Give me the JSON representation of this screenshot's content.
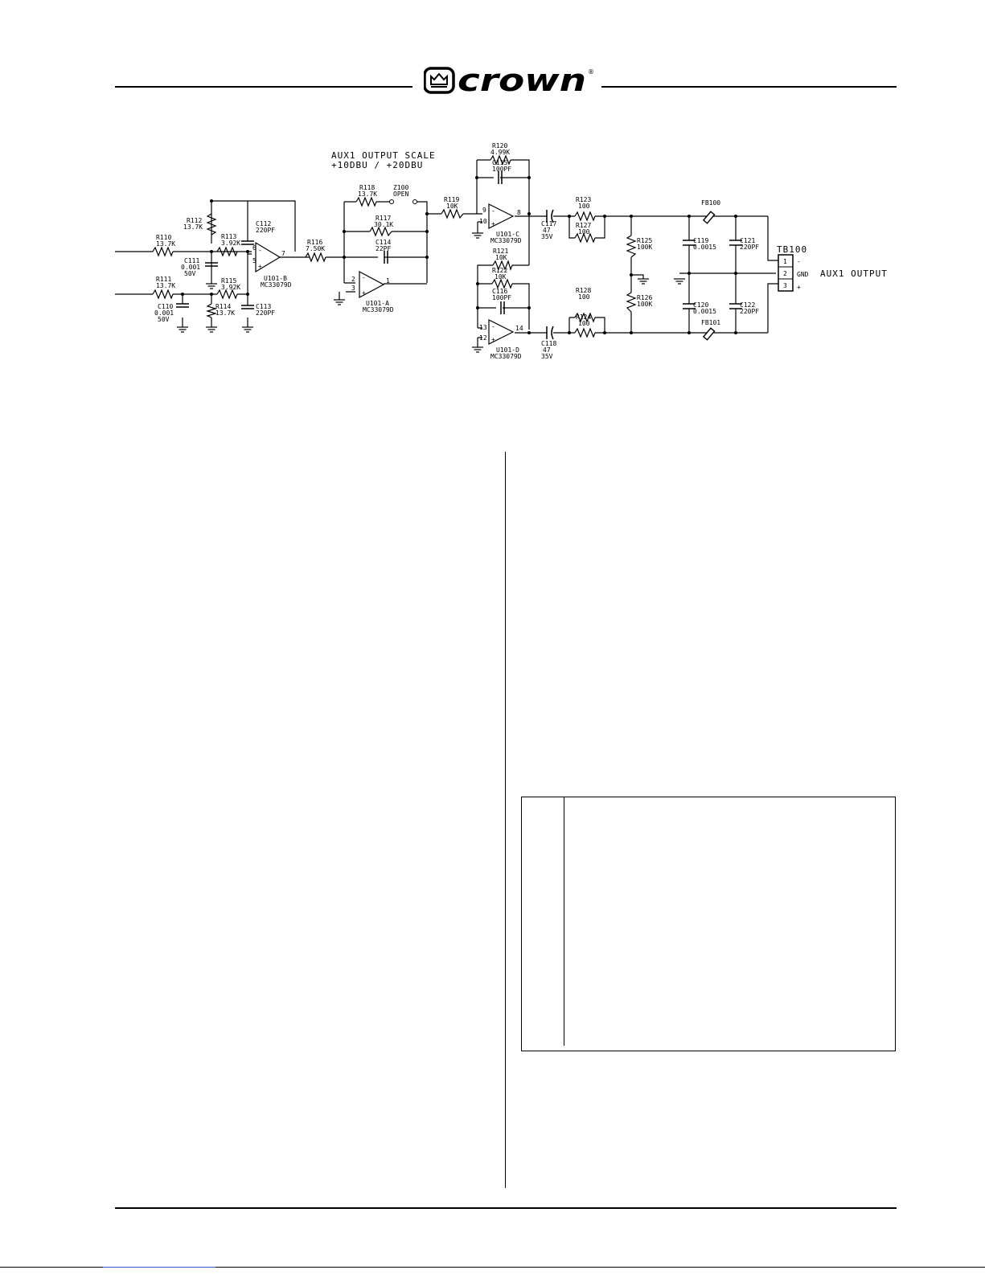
{
  "header": {
    "brand": "crown",
    "registered_mark": "®"
  },
  "schematic": {
    "scale_title": "AUX1 OUTPUT SCALE",
    "scale_values": "+10DBU / +20DBU",
    "output_label": "AUX1 OUTPUT",
    "terminal_block": "TB100",
    "terminals": [
      "1",
      "2",
      "3"
    ],
    "terminal_signs": [
      "-",
      "GND",
      "+"
    ],
    "components": {
      "R110": [
        "R110",
        "13.7K"
      ],
      "R111": [
        "R111",
        "13.7K"
      ],
      "R112": [
        "R112",
        "13.7K"
      ],
      "R113": [
        "R113",
        "3.92K"
      ],
      "R114": [
        "R114",
        "13.7K"
      ],
      "R115": [
        "R115",
        "3.92K"
      ],
      "R116": [
        "R116",
        "7.50K"
      ],
      "R117": [
        "R117",
        "30.1K"
      ],
      "R118": [
        "R118",
        "13.7K"
      ],
      "R119": [
        "R119",
        "10K"
      ],
      "R120": [
        "R120",
        "4.99K"
      ],
      "R121": [
        "R121",
        "10K"
      ],
      "R122": [
        "R122",
        "10K"
      ],
      "R123": [
        "R123",
        "100"
      ],
      "R124": [
        "R124",
        "100"
      ],
      "R125": [
        "R125",
        "100K"
      ],
      "R126": [
        "R126",
        "100K"
      ],
      "R127": [
        "R127",
        "100"
      ],
      "R128": [
        "R128",
        "100"
      ],
      "C110": [
        "C110",
        "0.001",
        "50V"
      ],
      "C111": [
        "C111",
        "0.001",
        "50V"
      ],
      "C112": [
        "C112",
        "220PF"
      ],
      "C113": [
        "C113",
        "220PF"
      ],
      "C114": [
        "C114",
        "22PF"
      ],
      "C115": [
        "C115",
        "100PF"
      ],
      "C116": [
        "C116",
        "100PF"
      ],
      "C117": [
        "C117",
        "47",
        "35V"
      ],
      "C118": [
        "C118",
        "47",
        "35V"
      ],
      "C119": [
        "C119",
        "0.0015"
      ],
      "C120": [
        "C120",
        "0.0015"
      ],
      "C121": [
        "C121",
        "220PF"
      ],
      "C122": [
        "C122",
        "220PF"
      ],
      "Z100": [
        "Z100",
        "OPEN"
      ],
      "FB100": [
        "FB100"
      ],
      "FB101": [
        "FB101"
      ]
    },
    "opamps": {
      "U101A": [
        "U101-A",
        "MC33079D"
      ],
      "U101B": [
        "U101-B",
        "MC33079D"
      ],
      "U101C": [
        "U101-C",
        "MC33079D"
      ],
      "U101D": [
        "U101-D",
        "MC33079D"
      ]
    },
    "pins": {
      "b_minus": "6",
      "b_plus": "5",
      "b_out": "7",
      "a_minus": "2",
      "a_plus": "3",
      "a_out": "1",
      "c_minus": "9",
      "c_plus": "10",
      "c_out": "8",
      "d_minus": "13",
      "d_plus": "12",
      "d_out": "14"
    }
  }
}
